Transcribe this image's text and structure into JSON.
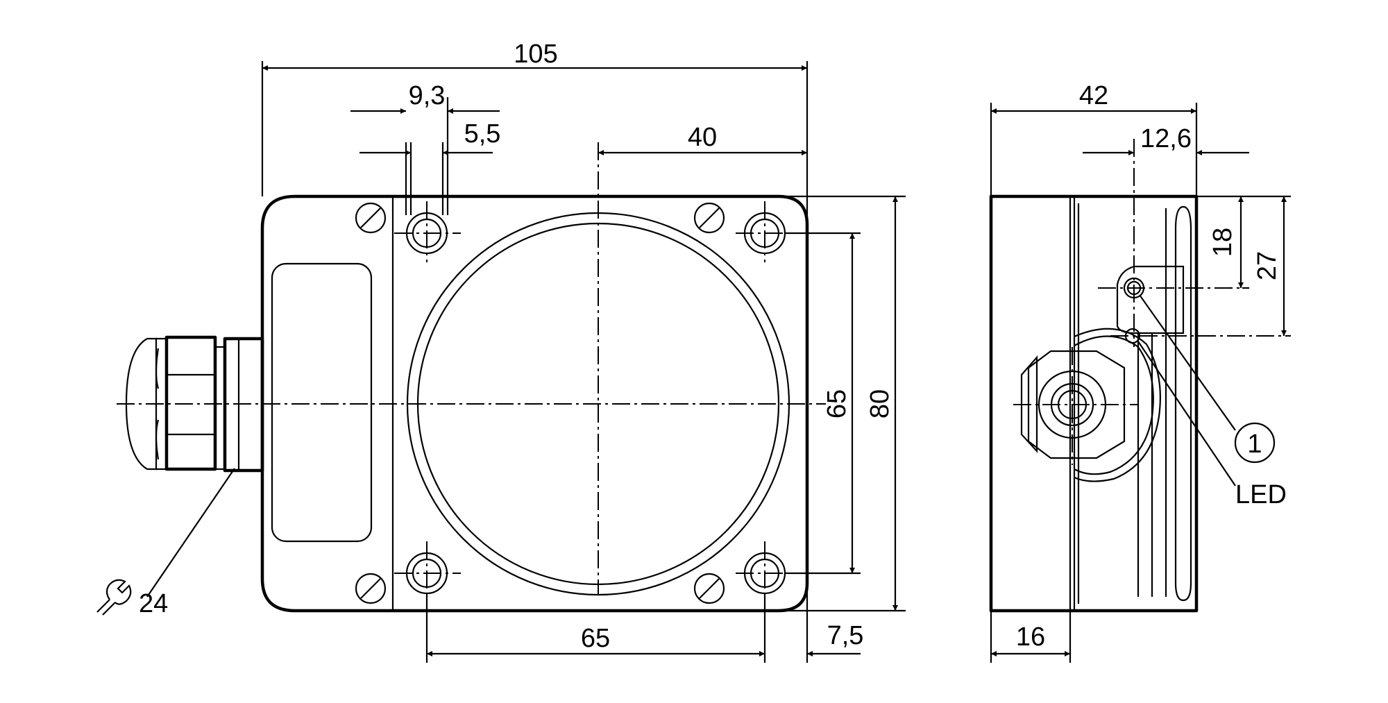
{
  "dimensions": {
    "overall_width": "105",
    "slot_width": "9,3",
    "hole_dia": "5,5",
    "center_offset": "40",
    "hole_spacing_v": "65",
    "overall_height": "80",
    "hole_spacing_h": "65",
    "edge_offset": "7,5",
    "wrench_size": "24",
    "depth": "42",
    "led_offset": "12,6",
    "led_height_1": "18",
    "led_height_2": "27",
    "base_depth": "16"
  },
  "callouts": {
    "item_1": "1",
    "led": "LED"
  },
  "icons": {
    "wrench": "wrench-icon"
  }
}
